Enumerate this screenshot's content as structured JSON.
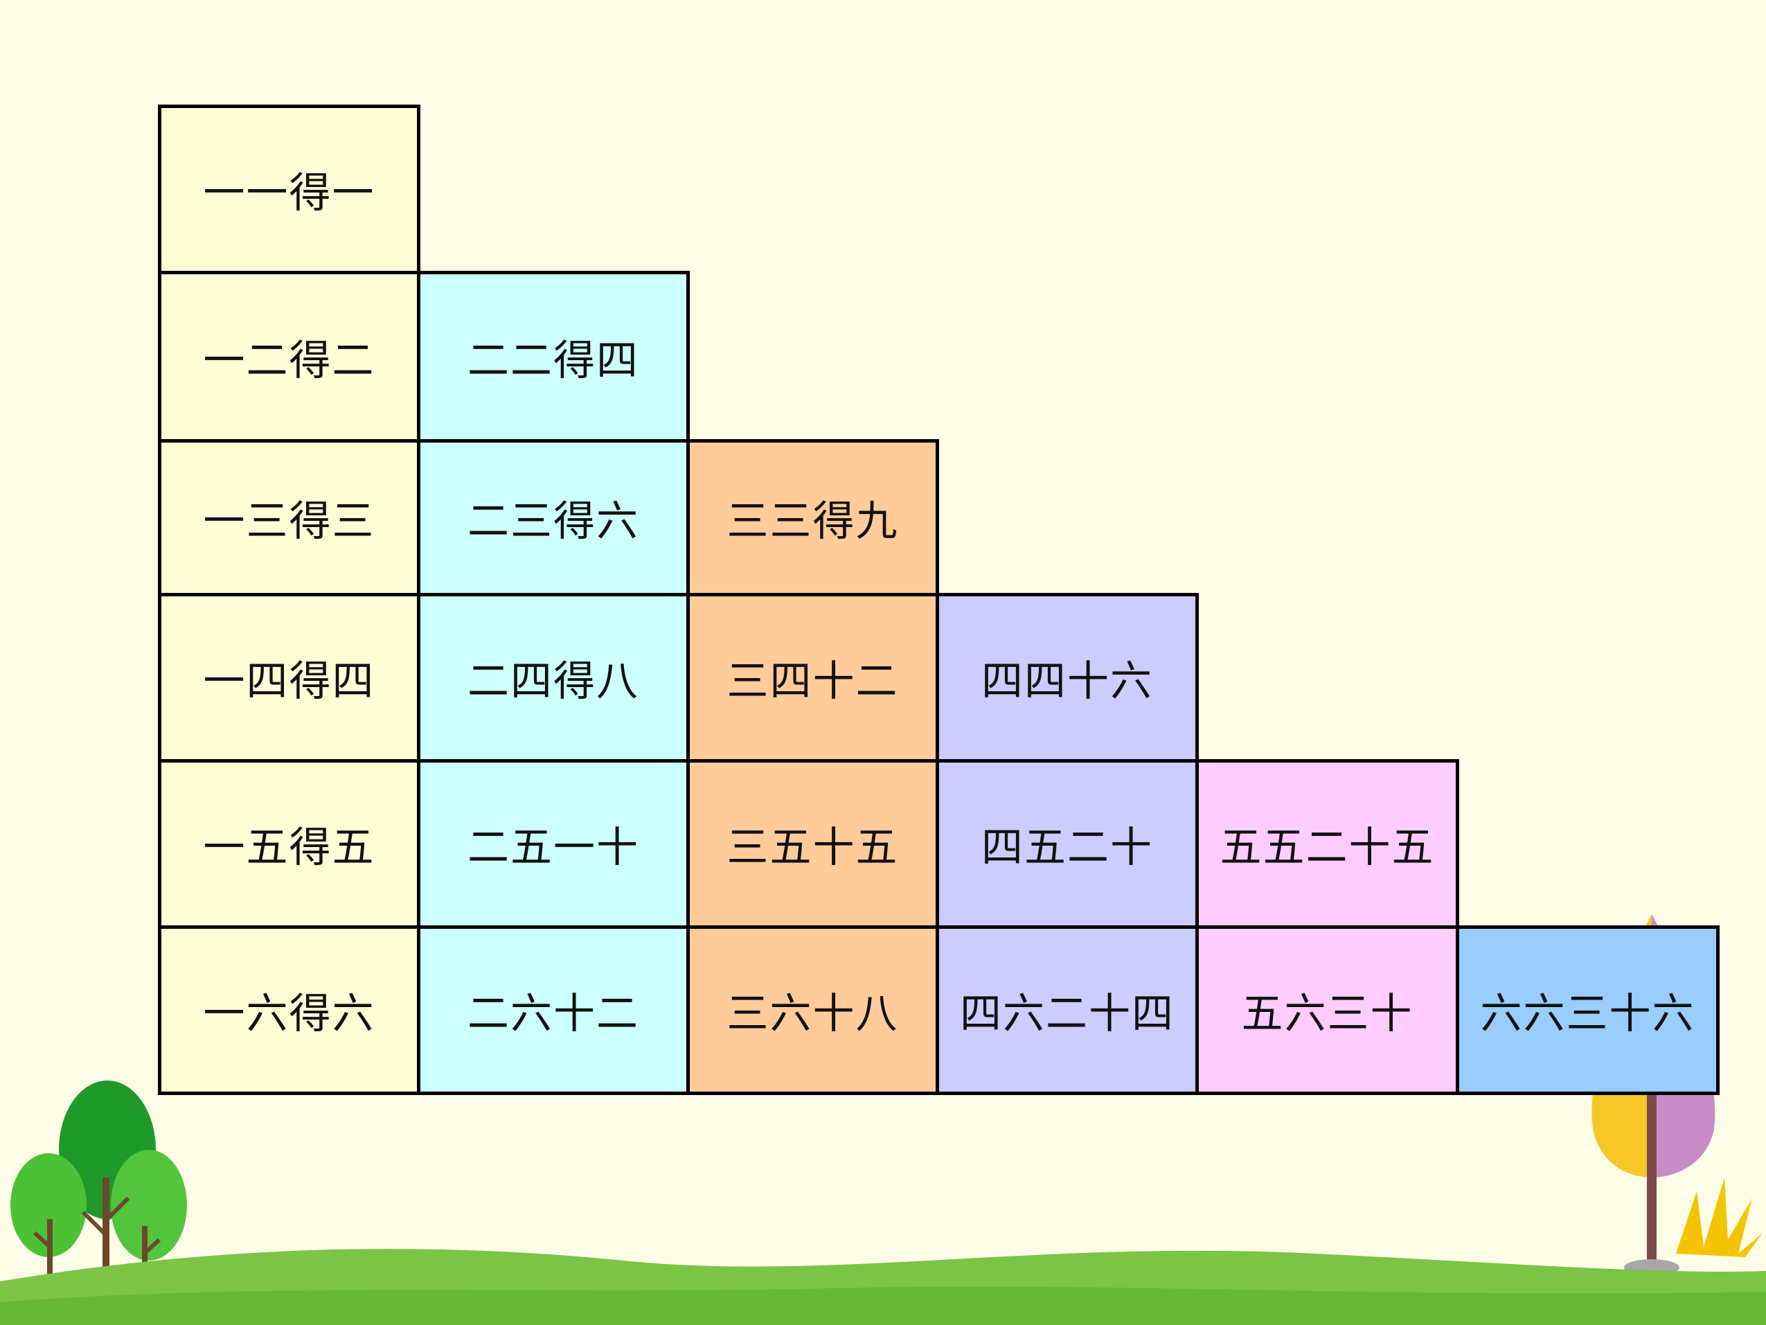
{
  "rows": [
    [
      "一一得一"
    ],
    [
      "一二得二",
      "二二得四"
    ],
    [
      "一三得三",
      "二三得六",
      "三三得九"
    ],
    [
      "一四得四",
      "二四得八",
      "三四十二",
      "四四十六"
    ],
    [
      "一五得五",
      "二五一十",
      "三五十五",
      "四五二十",
      "五五二十五"
    ],
    [
      "一六得六",
      "二六十二",
      "三六十八",
      "四六二十四",
      "五六三十",
      "六六三十六"
    ]
  ],
  "column_colors": [
    "#fefed6",
    "#ccffff",
    "#ffcc99",
    "#ccccff",
    "#ffccff",
    "#99ccff"
  ],
  "background": "#fefee8",
  "grass_color": "#7cc445"
}
